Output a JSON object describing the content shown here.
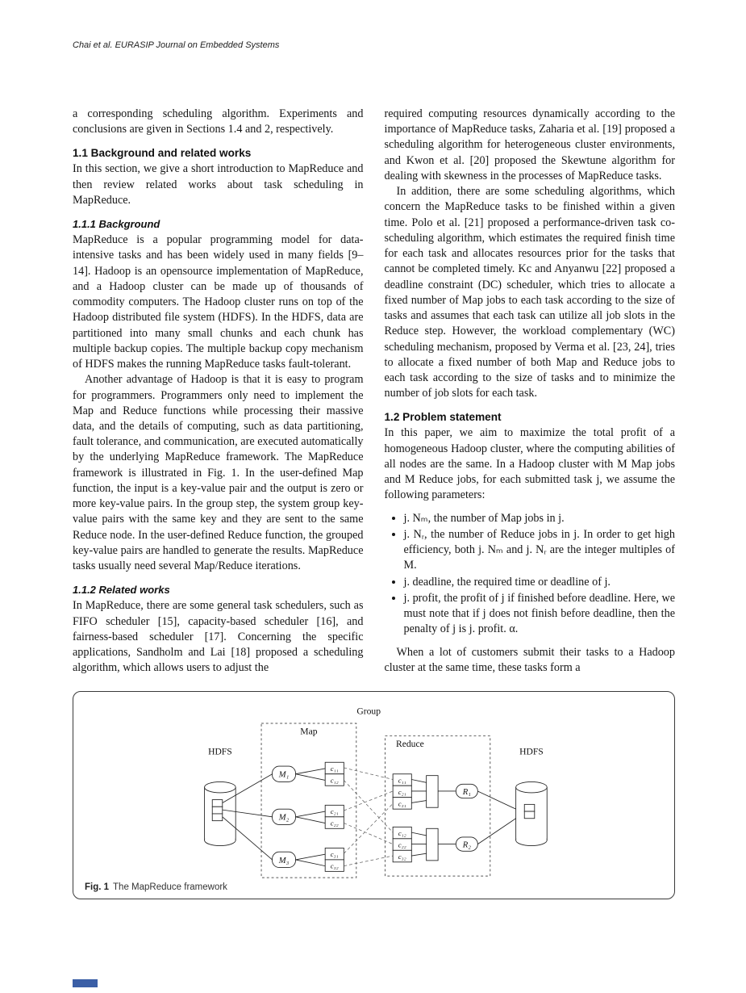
{
  "header": {
    "text": "Chai et al. EURASIP Journal on Embedded Systems"
  },
  "left": {
    "p0": "a corresponding scheduling algorithm. Experiments and conclusions are given in Sections 1.4 and 2, respectively.",
    "s11_title": "1.1 Background and related works",
    "s11_p1": "In this section, we give a short introduction to MapReduce and then review related works about task scheduling in MapReduce.",
    "s111_title": "1.1.1 Background",
    "s111_p1": "MapReduce is a popular programming model for data-intensive tasks and has been widely used in many fields [9–14]. Hadoop is an opensource implementation of MapReduce, and a Hadoop cluster can be made up of thousands of commodity computers. The Hadoop cluster runs on top of the Hadoop distributed file system (HDFS). In the HDFS, data are partitioned into many small chunks and each chunk has multiple backup copies. The multiple backup copy mechanism of HDFS makes the running MapReduce tasks fault-tolerant.",
    "s111_p2": "Another advantage of Hadoop is that it is easy to program for programmers. Programmers only need to implement the Map and Reduce functions while processing their massive data, and the details of computing, such as data partitioning, fault tolerance, and communication, are executed automatically by the underlying MapReduce framework. The MapReduce framework is illustrated in Fig. 1. In the user-defined Map function, the input is a key-value pair and the output is zero or more key-value pairs. In the group step, the system group key-value pairs with the same key and they are sent to the same Reduce node. In the user-defined Reduce function, the grouped key-value pairs are handled to generate the results. MapReduce tasks usually need several Map/Reduce iterations.",
    "s112_title": "1.1.2 Related works",
    "s112_p1": "In MapReduce, there are some general task schedulers, such as FIFO scheduler [15], capacity-based scheduler [16], and fairness-based scheduler [17]. Concerning the specific applications, Sandholm and Lai [18] proposed a scheduling algorithm, which allows users to adjust the"
  },
  "right": {
    "p1": "required computing resources dynamically according to the importance of MapReduce tasks, Zaharia et al. [19] proposed a scheduling algorithm for heterogeneous cluster environments, and Kwon et al. [20] proposed the Skewtune algorithm for dealing with skewness in the processes of MapReduce tasks.",
    "p2": "In addition, there are some scheduling algorithms, which concern the MapReduce tasks to be finished within a given time. Polo et al. [21] proposed a performance-driven task co-scheduling algorithm, which estimates the required finish time for each task and allocates resources prior for the tasks that cannot be completed timely. Kc and Anyanwu [22] proposed a deadline constraint (DC) scheduler, which tries to allocate a fixed number of Map jobs to each task according to the size of tasks and assumes that each task can utilize all job slots in the Reduce step. However, the workload complementary (WC) scheduling mechanism, proposed by Verma et al. [23, 24], tries to allocate a fixed number of both Map and Reduce jobs to each task according to the size of tasks and to minimize the number of job slots for each task.",
    "s12_title": "1.2 Problem statement",
    "s12_p1": "In this paper, we aim to maximize the total profit of a homogeneous Hadoop cluster, where the computing abilities of all nodes are the same. In a Hadoop cluster with M Map jobs and M Reduce jobs, for each submitted task j, we assume the following parameters:",
    "bullets": [
      "j. Nₘ, the number of Map jobs in j.",
      "j. Nᵣ, the number of Reduce jobs in j. In order to get high efficiency, both j. Nₘ and j. Nᵣ are the integer multiples of M.",
      "j. deadline, the required time or deadline of j.",
      "j. profit, the profit of j if finished before deadline. Here, we must note that if j does not finish before deadline, then the penalty of j is j. profit. α."
    ],
    "p3": "When a lot of customers submit their tasks to a Hadoop cluster at the same time, these tasks form a"
  },
  "figure": {
    "caption_label": "Fig. 1",
    "caption_text": "The MapReduce framework",
    "labels": {
      "group": "Group",
      "map": "Map",
      "reduce": "Reduce",
      "hdfs_left": "HDFS",
      "hdfs_right": "HDFS",
      "m1": "M₁",
      "m2": "M₂",
      "m3": "M₃",
      "mc11": "c₁₁",
      "mc12": "c₁₂",
      "mc21": "c₂₁",
      "mc22": "c₂₂",
      "mc31": "c₃₁",
      "mc32": "c₃₂",
      "rc11": "c₁₁",
      "rc21": "c₂₁",
      "rc31": "c₃₁",
      "rc12": "c₁₂",
      "rc22": "c₂₂",
      "rc32": "c₃₂",
      "r1": "R₁",
      "r2": "R₂"
    }
  }
}
